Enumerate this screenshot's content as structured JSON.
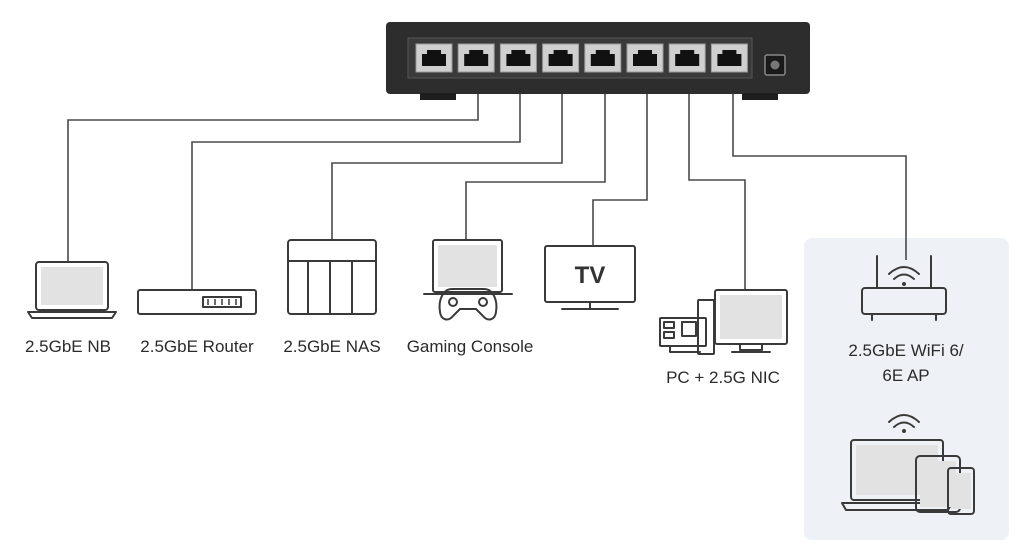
{
  "colors": {
    "switch_body": "#2d2d2d",
    "port_frame": "#9a9a9a",
    "cable": "#4a4a4a",
    "device_stroke": "#3a3a3a",
    "screen_fill": "#e2e2e2",
    "ap_panel": "#eef1f5"
  },
  "switch": {
    "port_count": 8,
    "has_power_jack": true
  },
  "devices": {
    "nb": {
      "label": "2.5GbE NB",
      "icon": "laptop-icon"
    },
    "router": {
      "label": "2.5GbE Router",
      "icon": "router-icon"
    },
    "nas": {
      "label": "2.5GbE NAS",
      "icon": "nas-icon"
    },
    "console": {
      "label": "Gaming Console",
      "icon": "gamepad-monitor-icon"
    },
    "tv": {
      "label": "TV",
      "screen_text": "TV",
      "icon": "tv-icon"
    },
    "pc": {
      "label": "PC + 2.5G NIC",
      "icon": "pc-nic-icon"
    },
    "ap": {
      "label_line1": "2.5GbE WiFi 6/",
      "label_line2": "6E AP",
      "icon": "wifi-ap-icon"
    },
    "clients": {
      "icon": "wireless-clients-icon"
    }
  }
}
